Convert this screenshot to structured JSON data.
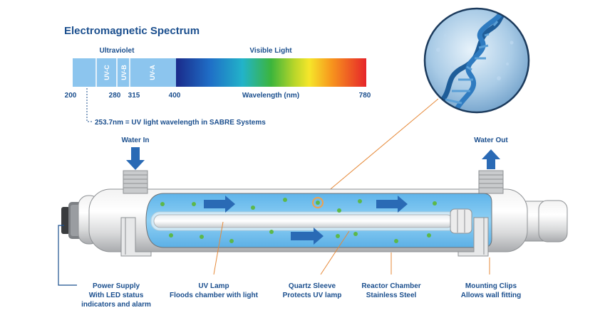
{
  "title": "Electromagnetic Spectrum",
  "spectrum": {
    "ultraviolet_label": "Ultraviolet",
    "visible_label": "Visible Light",
    "uvc": "UV-C",
    "uvb": "UV-B",
    "uva": "UV-A",
    "ticks": [
      "200",
      "280",
      "315",
      "400",
      "780"
    ],
    "axis_label": "Wavelength (nm)",
    "note": "253.7nm = UV light wavelength in SABRE Systems"
  },
  "flow": {
    "water_in": "Water In",
    "water_out": "Water Out"
  },
  "callouts": {
    "power_supply": [
      "Power Supply",
      "With LED status",
      "indicators and alarm"
    ],
    "uv_lamp": [
      "UV Lamp",
      "Floods chamber with light"
    ],
    "quartz_sleeve": [
      "Quartz Sleeve",
      "Protects UV lamp"
    ],
    "reactor_chamber": [
      "Reactor Chamber",
      "Stainless Steel"
    ],
    "mounting_clips": [
      "Mounting Clips",
      "Allows wall fitting"
    ]
  },
  "colors": {
    "text": "#1b4f8e",
    "arrow": "#2a6ab5",
    "uv_band": "#8cc5ee",
    "water": "#78c1ee",
    "bacteria": "#5cb84a",
    "callout_line": "#e68a3a",
    "lamp_halo": "#f2a04a"
  }
}
